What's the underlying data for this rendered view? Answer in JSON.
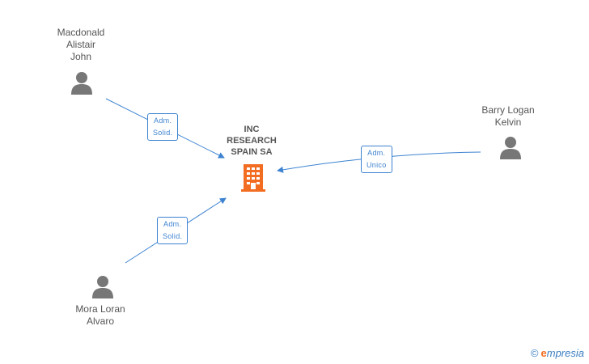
{
  "company": {
    "name_lines": [
      "INC",
      "RESEARCH",
      "SPAIN SA"
    ],
    "icon": "building-icon",
    "color": "#f26d21"
  },
  "people": [
    {
      "id": "macdonald",
      "name_lines": [
        "Macdonald",
        "Alistair",
        "John"
      ],
      "icon": "person-icon"
    },
    {
      "id": "barry",
      "name_lines": [
        "Barry Logan",
        "Kelvin"
      ],
      "icon": "person-icon"
    },
    {
      "id": "mora",
      "name_lines": [
        "Mora Loran",
        "Alvaro"
      ],
      "icon": "person-icon"
    }
  ],
  "relations": [
    {
      "from": "macdonald",
      "role_lines": [
        "Adm.",
        "Solid."
      ]
    },
    {
      "from": "barry",
      "role_lines": [
        "Adm.",
        "Unico"
      ]
    },
    {
      "from": "mora",
      "role_lines": [
        "Adm.",
        "Solid."
      ]
    }
  ],
  "colors": {
    "edge": "#3d83d1",
    "person": "#777777",
    "text": "#555555"
  },
  "watermark": {
    "symbol": "©",
    "brand_initial": "e",
    "brand_rest": "mpresia"
  }
}
